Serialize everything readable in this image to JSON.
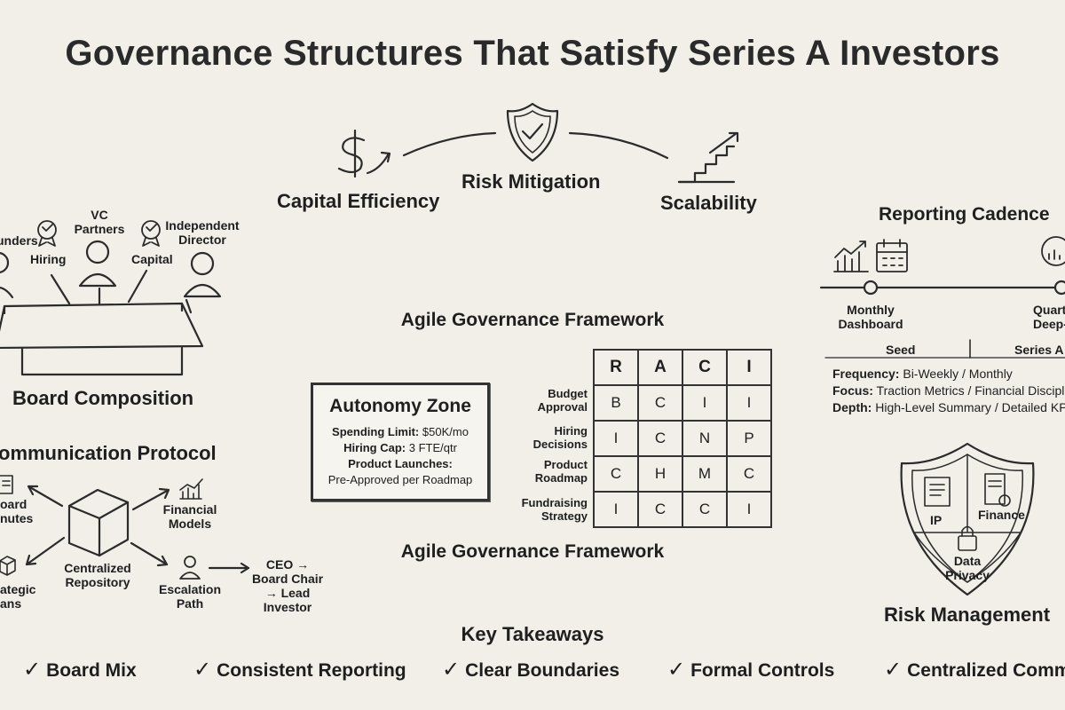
{
  "title": "Governance Structures That Satisfy Series A Investors",
  "pillars": {
    "capital": "Capital Efficiency",
    "risk": "Risk Mitigation",
    "scale": "Scalability"
  },
  "board": {
    "heading": "Board Composition",
    "founders": "unders",
    "hiring": "Hiring",
    "vc_line1": "VC",
    "vc_line2": "Partners",
    "capital": "Capital",
    "indep_line1": "Independent",
    "indep_line2": "Director"
  },
  "communication": {
    "heading": "ommunication Protocol",
    "board_minutes_1": "oard",
    "board_minutes_2": "nutes",
    "financial_1": "Financial",
    "financial_2": "Models",
    "repo_1": "Centralized",
    "repo_2": "Repository",
    "strategic_1": "ategic",
    "strategic_2": "ans",
    "escalation_1": "Escalation",
    "escalation_2": "Path",
    "chain_1": "CEO →",
    "chain_2": "Board Chair",
    "chain_3": "→ Lead Investor"
  },
  "framework": {
    "heading_top": "Agile Governance Framework",
    "heading_bottom": "Agile Governance Framework",
    "autonomy": {
      "title": "Autonomy Zone",
      "spending_label": "Spending Limit:",
      "spending_value": "$50K/mo",
      "hiring_label": "Hiring Cap:",
      "hiring_value": "3 FTE/qtr",
      "launch_label": "Product Launches:",
      "launch_value": "Pre-Approved per Roadmap"
    },
    "raci_header": [
      "R",
      "A",
      "C",
      "I"
    ],
    "raci_rows": [
      {
        "label1": "Budget",
        "label2": "Approval",
        "cells": [
          "B",
          "C",
          "I",
          "I"
        ]
      },
      {
        "label1": "Hiring",
        "label2": "Decisions",
        "cells": [
          "I",
          "C",
          "N",
          "P"
        ]
      },
      {
        "label1": "Product",
        "label2": "Roadmap",
        "cells": [
          "C",
          "H",
          "M",
          "C"
        ]
      },
      {
        "label1": "Fundraising",
        "label2": "Strategy",
        "cells": [
          "I",
          "C",
          "C",
          "I"
        ]
      }
    ]
  },
  "reporting": {
    "heading": "Reporting Cadence",
    "monthly_1": "Monthly",
    "monthly_2": "Dashboard",
    "quarterly_1": "Quart",
    "quarterly_2": "Deep-",
    "stage_seed": "Seed",
    "stage_a": "Series A",
    "frequency_label": "Frequency:",
    "frequency_value": "Bi-Weekly / Monthly",
    "focus_label": "Focus:",
    "focus_value": "Traction Metrics / Financial Disciplin",
    "depth_label": "Depth:",
    "depth_value": "High-Level Summary / Detailed KPI A"
  },
  "risk": {
    "heading": "Risk Management",
    "ip": "IP",
    "finance": "Finance",
    "privacy_1": "Data",
    "privacy_2": "Privacy"
  },
  "takeaways": {
    "heading": "Key Takeaways",
    "check": "✓",
    "items": [
      "Board Mix",
      "Consistent Reporting",
      "Clear Boundaries",
      "Formal Controls",
      "Centralized Comms"
    ]
  }
}
